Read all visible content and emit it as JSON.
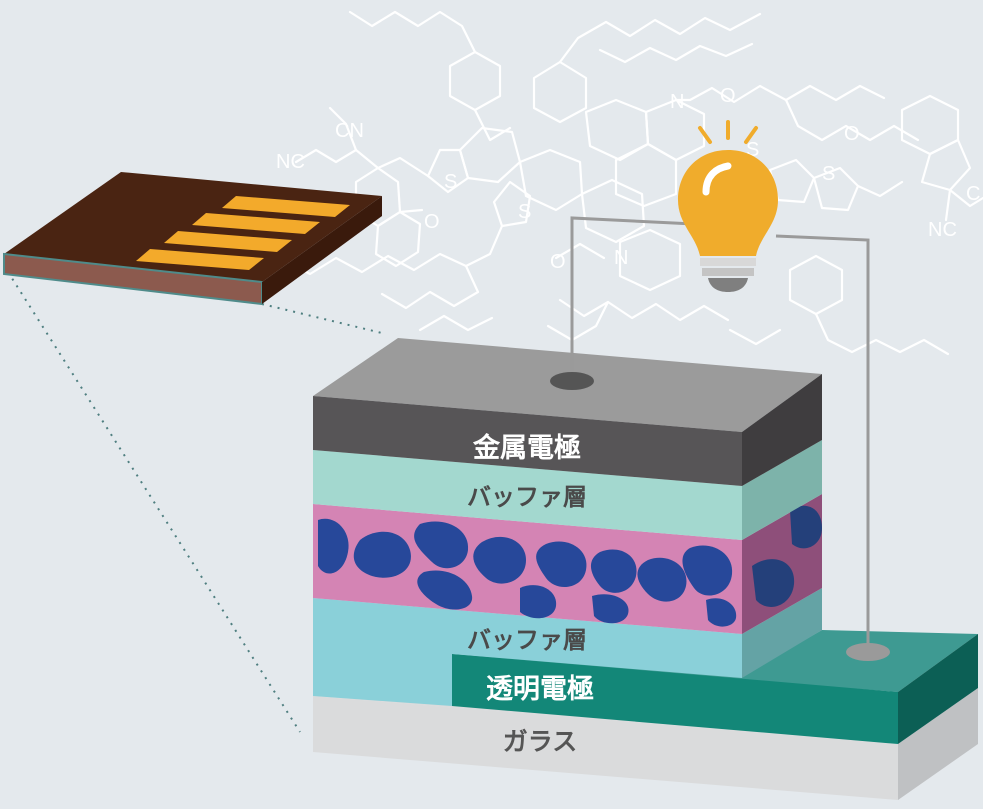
{
  "layers": {
    "metal_electrode": "金属電極",
    "buffer_top": "バッファ層",
    "buffer_bottom": "バッファ層",
    "transparent_electrode": "透明電極",
    "glass": "ガラス"
  },
  "molecule_atoms": {
    "cn_top": "CN",
    "nc_left": "NC",
    "o_left": "O",
    "s_left_1": "S",
    "s_left_2": "S",
    "n_top": "N",
    "o_top": "O",
    "n_bottom": "N",
    "o_bottom": "O",
    "s_right_1": "S",
    "s_right_2": "S",
    "o_right": "O",
    "nc_right": "NC",
    "c_right": "C"
  },
  "colors": {
    "background": "#e4e9ed",
    "metal": "#575557",
    "metal_top": "#9b9b9b",
    "buffer_top": "#a3d8cf",
    "active_pink": "#d484b4",
    "active_blue": "#27489a",
    "buffer_bottom": "#8ad0d9",
    "transparent_electrode": "#138778",
    "glass": "#dadbdc",
    "bulb": "#f0ac2c",
    "chip_dark": "#4a2412",
    "chip_contact": "#f3aa2b"
  },
  "icons": [
    "light-bulb-icon",
    "molecule-structure-icon",
    "solar-cell-chip-icon"
  ]
}
